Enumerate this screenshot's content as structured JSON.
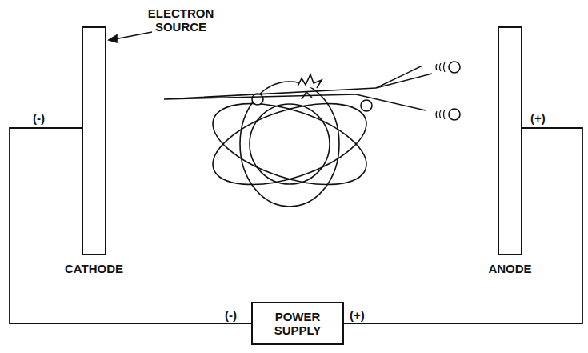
{
  "diagram": {
    "nodes": [
      {
        "text": [
          "CATHODE"
        ]
      },
      {
        "text": [
          "ANODE"
        ]
      },
      {
        "text": [
          "POWER SUPPLY"
        ]
      }
    ],
    "edges": [
      {
        "from": 0,
        "to": 2,
        "arrow": "none"
      },
      {
        "from": 2,
        "to": 1,
        "arrow": "none"
      }
    ],
    "labels": [
      "ELECTRON SOURCE",
      "(-)",
      "(+)",
      "(-)",
      "(+)"
    ]
  }
}
